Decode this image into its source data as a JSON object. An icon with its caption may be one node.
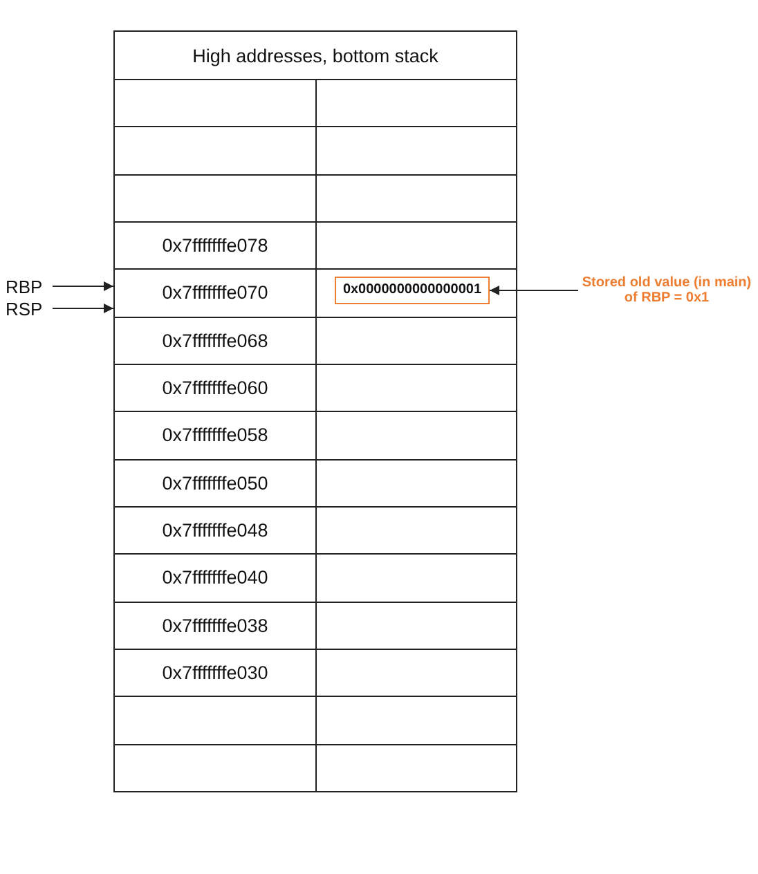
{
  "diagram": {
    "nodes": [
      {
        "text": [
          "High addresses, bottom stack"
        ]
      },
      {
        "text": [],
        "shape": "box"
      },
      {
        "text": [],
        "shape": "box"
      },
      {
        "text": [],
        "shape": "box"
      },
      {
        "text": [],
        "shape": "box"
      },
      {
        "text": [],
        "shape": "box"
      },
      {
        "text": [],
        "shape": "box"
      },
      {
        "text": [
          "0x7fffffffe078"
        ]
      },
      {
        "text": [],
        "shape": "box"
      },
      {
        "text": [
          "RBP"
        ]
      },
      {
        "text": [
          "RSP"
        ]
      },
      {
        "text": [
          "0x7fffffffe070"
        ]
      },
      {
        "text": [],
        "shape": "box"
      },
      {
        "text": [
          "0x0000000000000001"
        ],
        "in": 12
      },
      {
        "text": [
          "Stored old value (in main) of RBP = 0x1"
        ]
      },
      {
        "text": [
          "0x7fffffffe068"
        ]
      },
      {
        "text": [],
        "shape": "box"
      },
      {
        "text": [
          "0x7fffffffe060"
        ]
      },
      {
        "text": [],
        "shape": "box"
      },
      {
        "text": [
          "0x7fffffffe058"
        ]
      },
      {
        "text": [],
        "shape": "box"
      },
      {
        "text": [
          "0x7fffffffe050"
        ]
      },
      {
        "text": [],
        "shape": "box"
      },
      {
        "text": [
          "0x7fffffffe048"
        ]
      },
      {
        "text": [],
        "shape": "box"
      },
      {
        "text": [
          "0x7fffffffe040"
        ]
      },
      {
        "text": [],
        "shape": "box"
      },
      {
        "text": [
          "0x7fffffffe038"
        ]
      },
      {
        "text": [],
        "shape": "box"
      },
      {
        "text": [
          "0x7fffffffe030"
        ]
      },
      {
        "text": [],
        "shape": "box"
      },
      {
        "text": [],
        "shape": "box"
      },
      {
        "text": [],
        "shape": "box"
      },
      {
        "text": [],
        "shape": "box"
      },
      {
        "text": [],
        "shape": "box"
      }
    ],
    "edges": [
      {
        "from": 9,
        "to": 11,
        "arrow": "to"
      },
      {
        "from": 10,
        "to": 11,
        "arrow": "to"
      },
      {
        "from": 14,
        "to": 13,
        "arrow": "to"
      }
    ]
  }
}
